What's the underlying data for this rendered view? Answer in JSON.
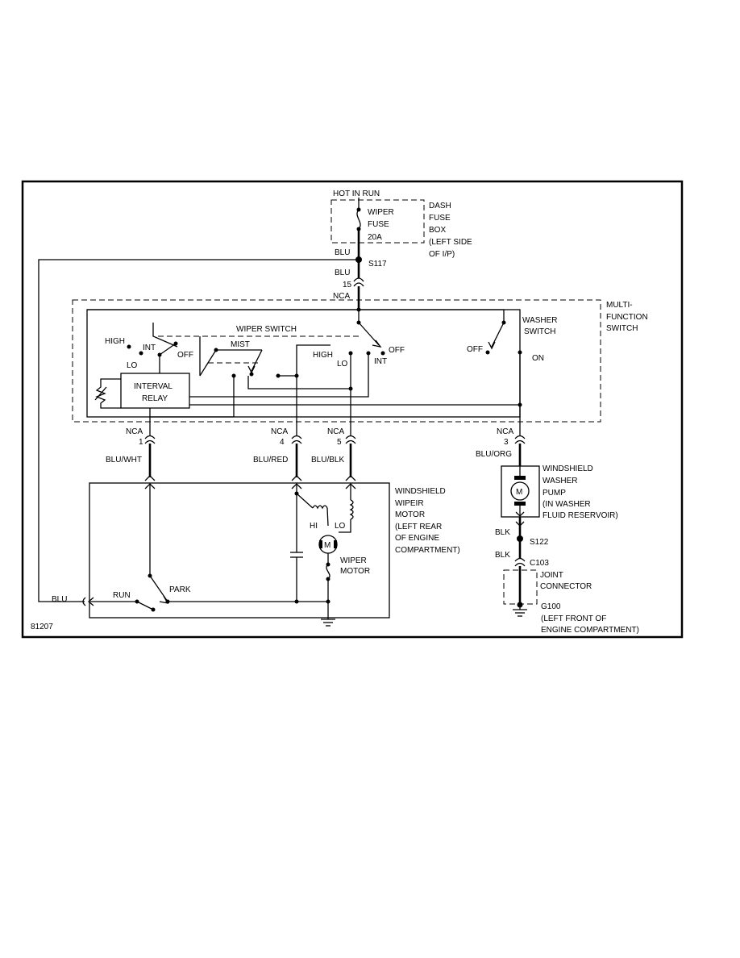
{
  "labels": {
    "hot_in_run": "HOT IN RUN",
    "wiper_fuse_1": "WIPER",
    "wiper_fuse_2": "FUSE",
    "wiper_fuse_3": "20A",
    "dash_fuse_1": "DASH",
    "dash_fuse_2": "FUSE",
    "dash_fuse_3": "BOX",
    "dash_fuse_4": "(LEFT SIDE",
    "dash_fuse_5": "OF I/P)",
    "blu_top": "BLU",
    "s117": "S117",
    "blu_15": "BLU",
    "pin_15": "15",
    "nca_top": "NCA",
    "mfs_1": "MULTI-",
    "mfs_2": "FUNCTION",
    "mfs_3": "SWITCH",
    "washer_switch_1": "WASHER",
    "washer_switch_2": "SWITCH",
    "washer_off": "OFF",
    "washer_on": "ON",
    "wiper_switch": "WIPER SWITCH",
    "high_left": "HIGH",
    "int_left": "INT",
    "lo_left": "LO",
    "off_left": "OFF",
    "mist": "MIST",
    "high_mid": "HIGH",
    "lo_mid": "LO",
    "int_mid": "INT",
    "off_mid": "OFF",
    "relay_1": "INTERVAL",
    "relay_2": "RELAY",
    "nca_1": "NCA",
    "pin_1": "1",
    "nca_4": "NCA",
    "pin_4": "4",
    "nca_5": "NCA",
    "pin_5": "5",
    "nca_3": "NCA",
    "pin_3": "3",
    "blu_wht": "BLU/WHT",
    "blu_red": "BLU/RED",
    "blu_blk": "BLU/BLK",
    "blu_org": "BLU/ORG",
    "pump_1": "WINDSHIELD",
    "pump_2": "WASHER",
    "pump_3": "PUMP",
    "pump_4": "(IN WASHER",
    "pump_5": "FLUID RESERVOIR)",
    "motor_1": "WINDSHIELD",
    "motor_2": "WIPEIR",
    "motor_3": "MOTOR",
    "motor_4": "(LEFT REAR",
    "motor_5": "OF ENGINE",
    "motor_6": "COMPARTMENT)",
    "hi": "HI",
    "lo_motor": "LO",
    "wiper_motor_1": "WIPER",
    "wiper_motor_2": "MOTOR",
    "m_motor": "M",
    "m_pump": "M",
    "blk_1": "BLK",
    "s122": "S122",
    "blk_2": "BLK",
    "c103": "C103",
    "joint_1": "JOINT",
    "joint_2": "CONNECTOR",
    "g100_1": "G100",
    "g100_2": "(LEFT FRONT OF",
    "g100_3": "ENGINE COMPARTMENT)",
    "run": "RUN",
    "park": "PARK",
    "blu_left": "BLU",
    "fig_number": "81207"
  }
}
